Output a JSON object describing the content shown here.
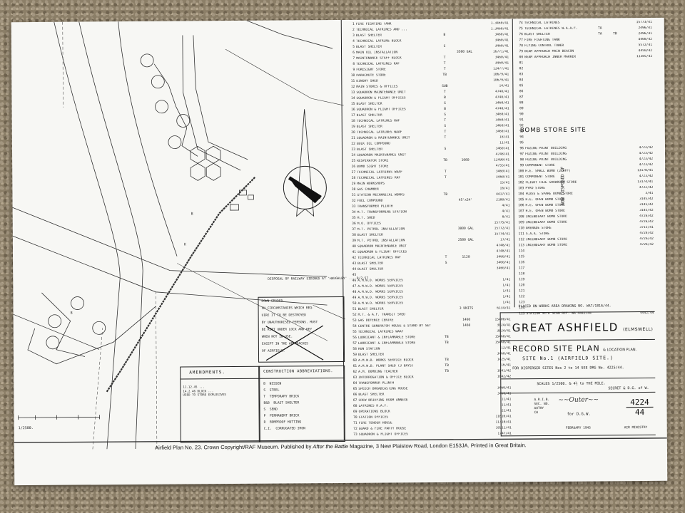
{
  "title_block": {
    "airfield_name": "GREAT ASHFIELD",
    "airfield_alt": "(ELMSWELL)",
    "plan_title": "RECORD SITE PLAN",
    "plan_sub": "& LOCATION PLAN.",
    "site": "SITE No.1   (AIRFIELD SITE.)",
    "dispersed": "FOR DISPERSED SITES Nos 2 to 14   SEE DRG No. 4225/44.",
    "scales": "SCALES  1/2500.  & 4½ to THE MILE.",
    "secret": "SECRET & D.G. of W.",
    "drawing_number": "4224",
    "drawing_year": "44",
    "signatures": [
      "A.R.I.B.",
      "SEC. NO.",
      "AUTHY",
      "CH"
    ],
    "drawn_by": "for D.G.W.",
    "date": "FEBRUARY 1945",
    "ministry": "AIR MINISTRY",
    "plan_ref": "PLACED ON WORKS AREA DRAWING NO. WA7/1816/44."
  },
  "bomb_store": {
    "heading": "BOMB STORE SITE",
    "disposed_label": "NOW DISPOSED OF"
  },
  "amendments": {
    "heading": "AMENDMENTS.",
    "text": [
      "11.12.45 ...",
      "14.2.46 BLOCK ...",
      "USED TO STORE EXPLOSIVES"
    ]
  },
  "abbreviations": {
    "heading": "CONSTRUCTION ABBREVIATIONS.",
    "rows": [
      [
        "B",
        "NISSEN"
      ],
      [
        "S",
        "STEEL"
      ],
      [
        "T",
        "TEMPORARY BRICK"
      ],
      [
        "B&B",
        "BLAST SHELTER"
      ],
      [
        "S",
        "SEND"
      ],
      [
        "P",
        "PERMANENT BRICK"
      ],
      [
        "R",
        "BOMPROOF HUTTING"
      ],
      [
        "C.I.",
        "CORRUGATED IRON"
      ]
    ]
  },
  "down_graded": {
    "lines": [
      "DOWN GRADED.",
      "IN CIRCUMSTANCES WHICH REQ-",
      "UIRE IT TO BE DESTROYED",
      "BY UNAUTHORISED PERSONS. MUST",
      "BE KEPT UNDER LOCK AND KEY",
      "WHEN NOT IN USE.",
      "EXCEPT IN THE APPROACHES",
      "OF AIRFIELD."
    ]
  },
  "disposal_note": "DISPOSAL OF RAILWAY SIDINGS AT 'HAUGHLEY' ... 8/2.57",
  "scale_label": "1/2500.",
  "footer": {
    "prefix": "Airfield Plan No. 23. Crown Copyright/RAF Museum. Published by ",
    "magazine": "After the Battle",
    "suffix": " Magazine, 3 New Plaistow Road, London E153JA. Printed in Great Britain."
  },
  "schedule_left": [
    [
      "1",
      "FIRE FIGHTING TANK",
      "",
      "",
      "1.3460/41"
    ],
    [
      "2",
      "TECHNICAL LATRINES AND ...",
      "",
      "",
      "1.3460/41"
    ],
    [
      "3",
      "BLAST SHELTER",
      "B",
      "",
      "3460/41"
    ],
    [
      "4",
      "TECHNICAL LATRINE BLOCK",
      "",
      "",
      "3460/41"
    ],
    [
      "5",
      "BLAST SHELTER",
      "S",
      "",
      "3460/41"
    ],
    [
      "6",
      "MAIN OIL INSTALLATION",
      "",
      "3500 GAL",
      "16771/41"
    ],
    [
      "7",
      "MAINTENANCE STAFF BLOCK",
      "T",
      "",
      "3460/41"
    ],
    [
      "8",
      "TECHNICAL LATRINES RAF",
      "T",
      "",
      "3460/41"
    ],
    [
      "9",
      "FORESIGHT STORE",
      "T",
      "",
      "12477/41"
    ],
    [
      "10",
      "PARACHUTE STORE",
      "TB",
      "",
      "10679/41"
    ],
    [
      "11",
      "DINGHY SHED",
      "",
      "",
      "10679/41"
    ],
    [
      "12",
      "MAIN STORES & OFFICES",
      "SUB",
      "",
      "14/41"
    ],
    [
      "13",
      "SQUADRON MAINTENANCE UNIT",
      "T",
      "",
      "4748/41"
    ],
    [
      "14",
      "SQUADRON & FLIGHT OFFICES",
      "B",
      "",
      "4748/41"
    ],
    [
      "15",
      "BLAST SHELTER",
      "S",
      "",
      "3460/41"
    ],
    [
      "16",
      "SQUADRON & FLIGHT OFFICES",
      "B",
      "",
      "4748/41"
    ],
    [
      "17",
      "BLAST SHELTER",
      "S",
      "",
      "3460/41"
    ],
    [
      "18",
      "TECHNICAL LATRINES RAF",
      "T",
      "",
      "3460/41"
    ],
    [
      "19",
      "BLAST SHELTER",
      "S",
      "",
      "3460/41"
    ],
    [
      "20",
      "TECHNICAL LATRINES WAAF",
      "T",
      "",
      "3460/41"
    ],
    [
      "21",
      "SQUADRON & MAINTENANCE UNIT",
      "T",
      "",
      "18/41"
    ],
    [
      "22",
      "BULK OIL COMPOUND",
      "",
      "",
      "11/41"
    ],
    [
      "23",
      "BLAST SHELTER",
      "S",
      "",
      "3460/41"
    ],
    [
      "24",
      "SQUADRON MAINTENANCE UNIT",
      "",
      "",
      "4748/41"
    ],
    [
      "25",
      "RESPIRATOR STORE",
      "TB",
      "1660",
      "12490/41"
    ],
    [
      "26",
      "BOMB SIGHT STORE",
      "",
      "",
      "4755/41"
    ],
    [
      "27",
      "TECHNICAL LATRINES WAAF",
      "T",
      "",
      "3460/41"
    ],
    [
      "28",
      "TECHNICAL LATRINES RAF",
      "T",
      "",
      "3460/41"
    ],
    [
      "29",
      "MAIN WORKSHOPS",
      "",
      "",
      "15/41"
    ],
    [
      "30",
      "GAS CHAMBER",
      "",
      "",
      "16/41"
    ],
    [
      "31",
      "STATION MECHANICAL WORKS",
      "TB",
      "",
      "4417/41"
    ],
    [
      "32",
      "FUEL COMPOUND",
      "",
      "45'x24'",
      "2100/41"
    ],
    [
      "33",
      "TRANSFORMER PLINTH",
      "",
      "",
      "4/41"
    ],
    [
      "34",
      "M.T. TRANSFORMING STATION",
      "",
      "",
      "4/41"
    ],
    [
      "35",
      "M.T. SHED",
      "",
      "",
      "8/41"
    ],
    [
      "36",
      "M.O. OFFICES",
      "",
      "",
      "15775/41"
    ],
    [
      "37",
      "M.T. PETROL INSTALLATION",
      "",
      "3000 GAL",
      "15772/41"
    ],
    [
      "38",
      "BLAST SHELTER",
      "",
      "",
      "15774/41"
    ],
    [
      "39",
      "M.T. PETROL INSTALLATION",
      "",
      "2500 GAL",
      "17/41"
    ],
    [
      "40",
      "SQUADRON MAINTENANCE UNIT",
      "",
      "",
      "4748/41"
    ],
    [
      "41",
      "SQUADRON & FLIGHT OFFICES",
      "",
      "",
      "4748/41"
    ],
    [
      "42",
      "TECHNICAL LATRINES RAF",
      "T",
      "1120",
      "3460/41"
    ],
    [
      "43",
      "BLAST SHELTER",
      "S",
      "",
      "3460/41"
    ],
    [
      "44",
      "BLAST SHELTER",
      "",
      "",
      "3460/41"
    ],
    [
      "45",
      "",
      "",
      "",
      ""
    ],
    [
      "46",
      "A.M.W.D. WORKS SERVICES",
      "",
      "",
      "1/41"
    ],
    [
      "47",
      "A.M.W.D. WORKS SERVICES",
      "",
      "",
      "1/41"
    ],
    [
      "48",
      "A.M.W.D. WORKS SERVICES",
      "",
      "",
      "1/41"
    ],
    [
      "49",
      "A.M.W.D. WORKS SERVICES",
      "",
      "",
      "1/41"
    ],
    [
      "50",
      "A.M.W.D. WORKS SERVICES",
      "",
      "",
      "1/41"
    ],
    [
      "51",
      "BLAST SHELTER",
      "",
      "3 UNITS",
      "6134/41"
    ],
    [
      "52",
      "M.T. & A.F. TRANSIT SHED",
      "",
      "",
      ""
    ],
    [
      "53",
      "GAS DEFENCE CENTRE",
      "",
      "1460",
      "15400/41"
    ],
    [
      "54",
      "CENTRE GENERATOR HOUSE & STAND BY SET",
      "",
      "1460",
      "3924/41"
    ],
    [
      "55",
      "TECHNICAL LATRINES WAAF",
      "",
      "",
      "3024/41"
    ],
    [
      "56",
      "LUBRICANT & INFLAMMABLE STORE",
      "TB",
      "",
      "15460/41"
    ],
    [
      "57",
      "LUBRICANT & INFLAMMABLE STORE",
      "TB",
      "",
      "15460/41"
    ],
    [
      "58",
      "RUN STATION",
      "",
      "",
      "12/41"
    ],
    [
      "59",
      "BLAST SHELTER",
      "",
      "",
      "3460/41"
    ],
    [
      "60",
      "A.M.W.D. WORKS SERVICE BLOCK",
      "TB",
      "",
      "1425/41"
    ],
    [
      "61",
      "A.M.W.D. PLANT SHED (3 BAYS)",
      "TB",
      "",
      "16/41"
    ],
    [
      "62",
      "A.M. BOMBING TEACHER",
      "TB",
      "",
      "1041/42"
    ],
    [
      "63",
      "INTERROGATION & OFFICE BLOCK",
      "",
      "",
      "1042/42"
    ],
    [
      "64",
      "TRANSFORMER PLINTH",
      "",
      "",
      ""
    ],
    [
      "65",
      "SPEECH BROADCASTING HOUSE",
      "",
      "",
      "3460/41"
    ],
    [
      "66",
      "BLAST SHELTER",
      "",
      "",
      "3460/41"
    ],
    [
      "67",
      "CREW BRIEFING ROOM ANNEXE",
      "",
      "",
      "11/41"
    ],
    [
      "68",
      "LATRINES R.A.F.",
      "",
      "",
      "11/41"
    ],
    [
      "69",
      "OPERATIONS BLOCK",
      "",
      "",
      "22/41"
    ],
    [
      "70",
      "STATION OFFICES",
      "",
      "",
      "11610/41"
    ],
    [
      "71",
      "FIRE TENDER HOUSE",
      "",
      "",
      "11310/41"
    ],
    [
      "72",
      "GUARD & FIRE PARTY HOUSE",
      "",
      "",
      "10511/41"
    ],
    [
      "73",
      "SQUADRON & FLIGHT OFFICES",
      "",
      "",
      "1747/41"
    ]
  ],
  "schedule_right": [
    [
      "74",
      "TECHNICAL LATRINES",
      "",
      "",
      "15773/41"
    ],
    [
      "75",
      "TECHNICAL LATRINES W.A.A.F.",
      "TA",
      "",
      "2496/41"
    ],
    [
      "76",
      "BLAST SHELTER",
      "TA",
      "TB",
      "2496/41"
    ],
    [
      "77",
      "FIRE FIGHTING TANK",
      "",
      "",
      "4408/42"
    ],
    [
      "78",
      "FLYING CONTROL TOWER",
      "",
      "",
      "5572/41"
    ],
    [
      "79",
      "BEAM APPROACH MAIN BEACON",
      "",
      "",
      "4450/42"
    ],
    [
      "80",
      "BEAM APPROACH INNER MARKER",
      "",
      "",
      "11385/42"
    ],
    [
      "81",
      "",
      "",
      "",
      ""
    ],
    [
      "82",
      "",
      "",
      "",
      ""
    ],
    [
      "83",
      "",
      "",
      "",
      ""
    ],
    [
      "84",
      "",
      "",
      "",
      ""
    ],
    [
      "85",
      "",
      "",
      "",
      ""
    ],
    [
      "86",
      "",
      "",
      "",
      ""
    ],
    [
      "87",
      "",
      "",
      "",
      ""
    ],
    [
      "88",
      "",
      "",
      "",
      ""
    ],
    [
      "89",
      "",
      "",
      "",
      ""
    ],
    [
      "90",
      "",
      "",
      "",
      ""
    ],
    [
      "91",
      "",
      "",
      "",
      ""
    ],
    [
      "92",
      "",
      "",
      "",
      ""
    ],
    [
      "93",
      "",
      "",
      "",
      ""
    ],
    [
      "94",
      "",
      "",
      "",
      ""
    ],
    [
      "95",
      "",
      "",
      "",
      ""
    ],
    [
      "96",
      "FUZING POINT BUILDING",
      "",
      "",
      "4723/42"
    ],
    [
      "97",
      "FUZING POINT BUILDING",
      "",
      "",
      "4723/42"
    ],
    [
      "98",
      "FUZING POINT BUILDING",
      "",
      "",
      "4723/42"
    ],
    [
      "99",
      "COMPONENT STORE",
      "",
      "",
      "4723/42"
    ],
    [
      "100",
      "H.E. SMALL BOMB (2 OFF)",
      "",
      "",
      "13178/41"
    ],
    [
      "101",
      "COMPONENT STORE",
      "",
      "",
      "4723/42"
    ],
    [
      "102",
      "FLIGHT FUZE SHOWROOM STORE",
      "",
      "",
      "13174/41"
    ],
    [
      "103",
      "PYRO STORE",
      "",
      "",
      "4722/42"
    ],
    [
      "104",
      "FUZES & SPARE BOMB STORE",
      "",
      "",
      "3/41"
    ],
    [
      "105",
      "H.E. OPEN BOMB STORE",
      "",
      "",
      "3145/42"
    ],
    [
      "106",
      "H.E. OPEN BOMB STORE",
      "",
      "",
      "3145/42"
    ],
    [
      "107",
      "H.E. OPEN BOMB STORE",
      "",
      "",
      "3145/42"
    ],
    [
      "108",
      "INCENDIARY BOMB STORE",
      "",
      "",
      "4726/42"
    ],
    [
      "109",
      "INCENDIARY BOMB STORE",
      "",
      "",
      "4726/42"
    ],
    [
      "110",
      "GRENADE STORE",
      "",
      "",
      "3715/41"
    ],
    [
      "111",
      "S.A.A. STORE",
      "",
      "",
      "4724/42"
    ],
    [
      "112",
      "INCENDIARY BOMB STORE",
      "",
      "",
      "4726/42"
    ],
    [
      "113",
      "INCENDIARY BOMB STORE",
      "",
      "",
      "4726/42"
    ],
    [
      "114",
      "",
      "",
      "",
      ""
    ],
    [
      "115",
      "",
      "",
      "",
      ""
    ],
    [
      "116",
      "",
      "",
      "",
      ""
    ],
    [
      "117",
      "",
      "",
      "",
      ""
    ],
    [
      "118",
      "",
      "",
      "",
      ""
    ],
    [
      "119",
      "",
      "",
      "",
      ""
    ],
    [
      "120",
      "",
      "",
      "",
      ""
    ],
    [
      "121",
      "",
      "",
      "",
      ""
    ],
    [
      "122",
      "",
      "",
      "",
      ""
    ],
    [
      "123",
      "",
      "",
      "",
      ""
    ],
    [
      "124",
      "",
      "",
      "",
      ""
    ],
    [
      "125",
      "STATION SITE SIGN REF. WA 4442/44",
      "",
      "",
      "4442/44"
    ]
  ]
}
